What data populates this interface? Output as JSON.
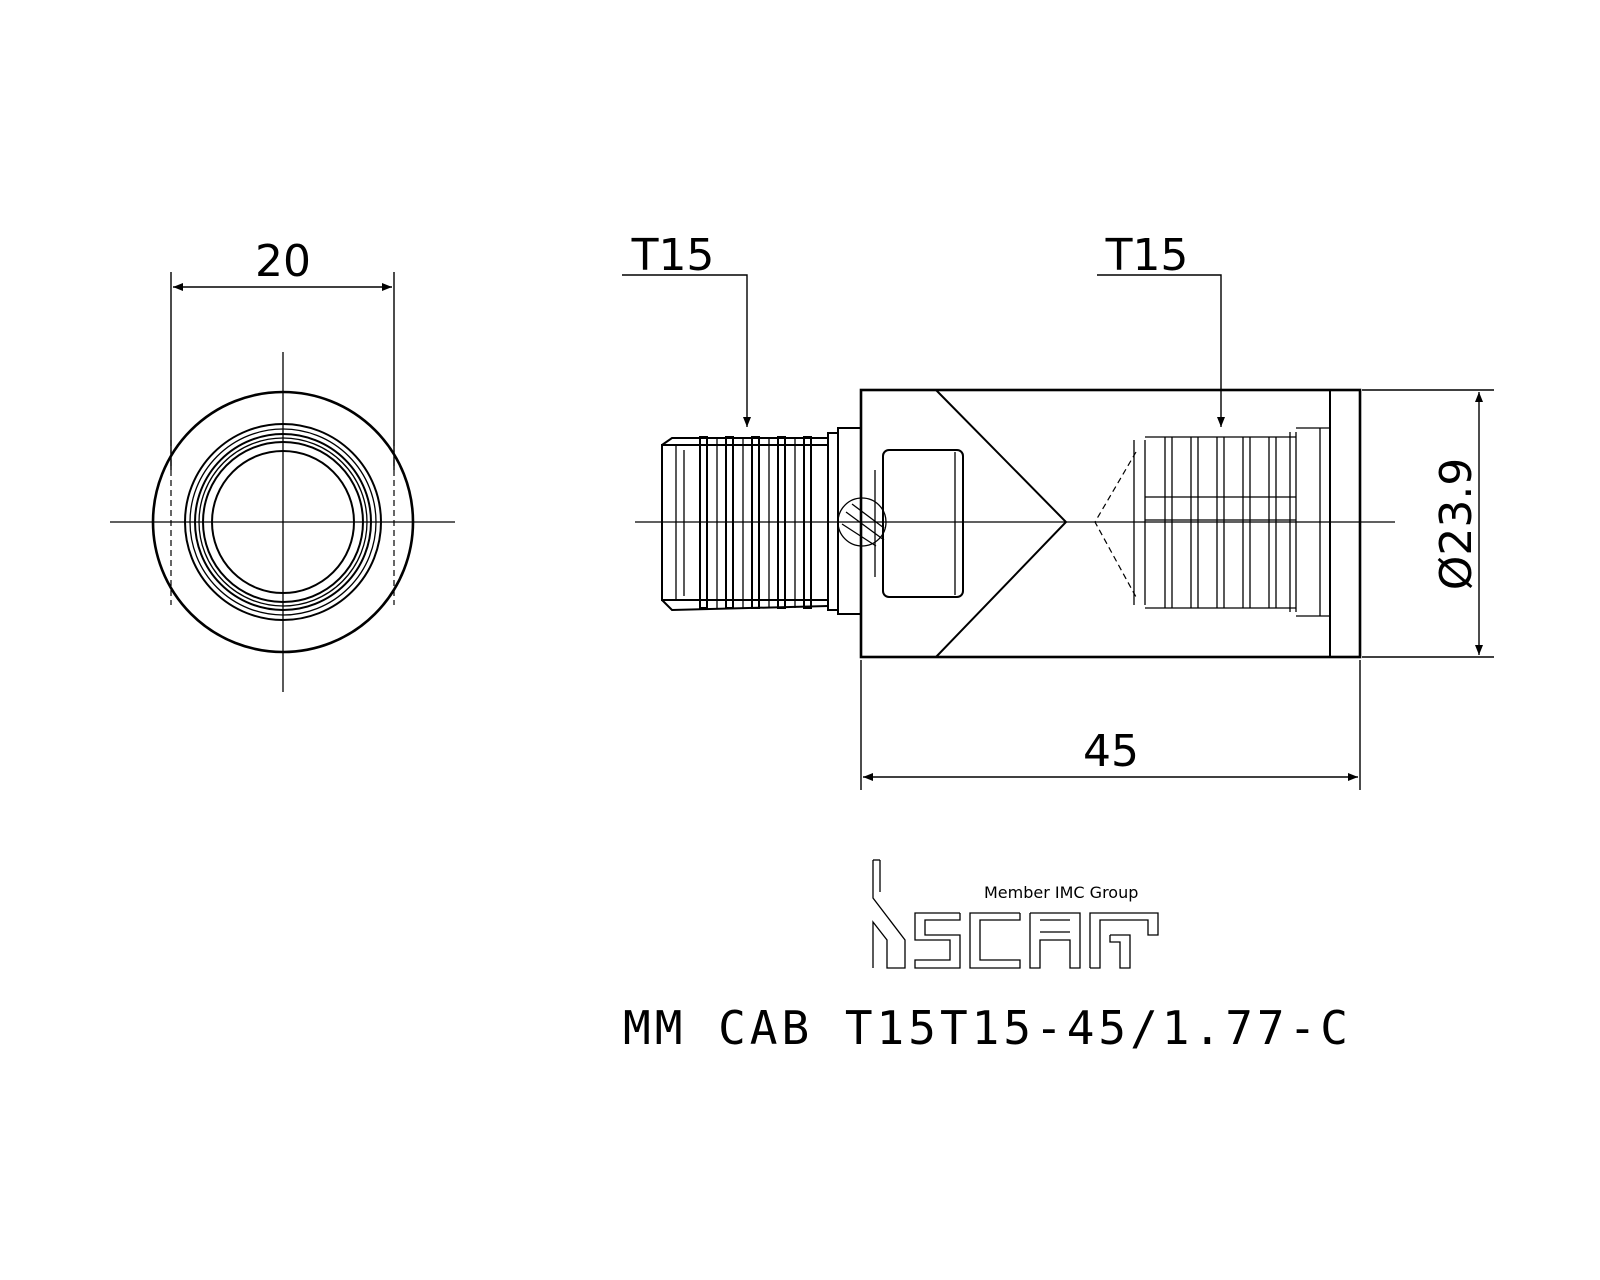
{
  "dimensions": {
    "width_label": "20",
    "length_label": "45",
    "diameter_label": "Ø23.9"
  },
  "callouts": {
    "left_thread": "T15",
    "right_thread": "T15"
  },
  "logo": {
    "tagline": "Member IMC Group",
    "brand": "iscar"
  },
  "part_number": "MM CAB T15T15-45/1.77-C"
}
